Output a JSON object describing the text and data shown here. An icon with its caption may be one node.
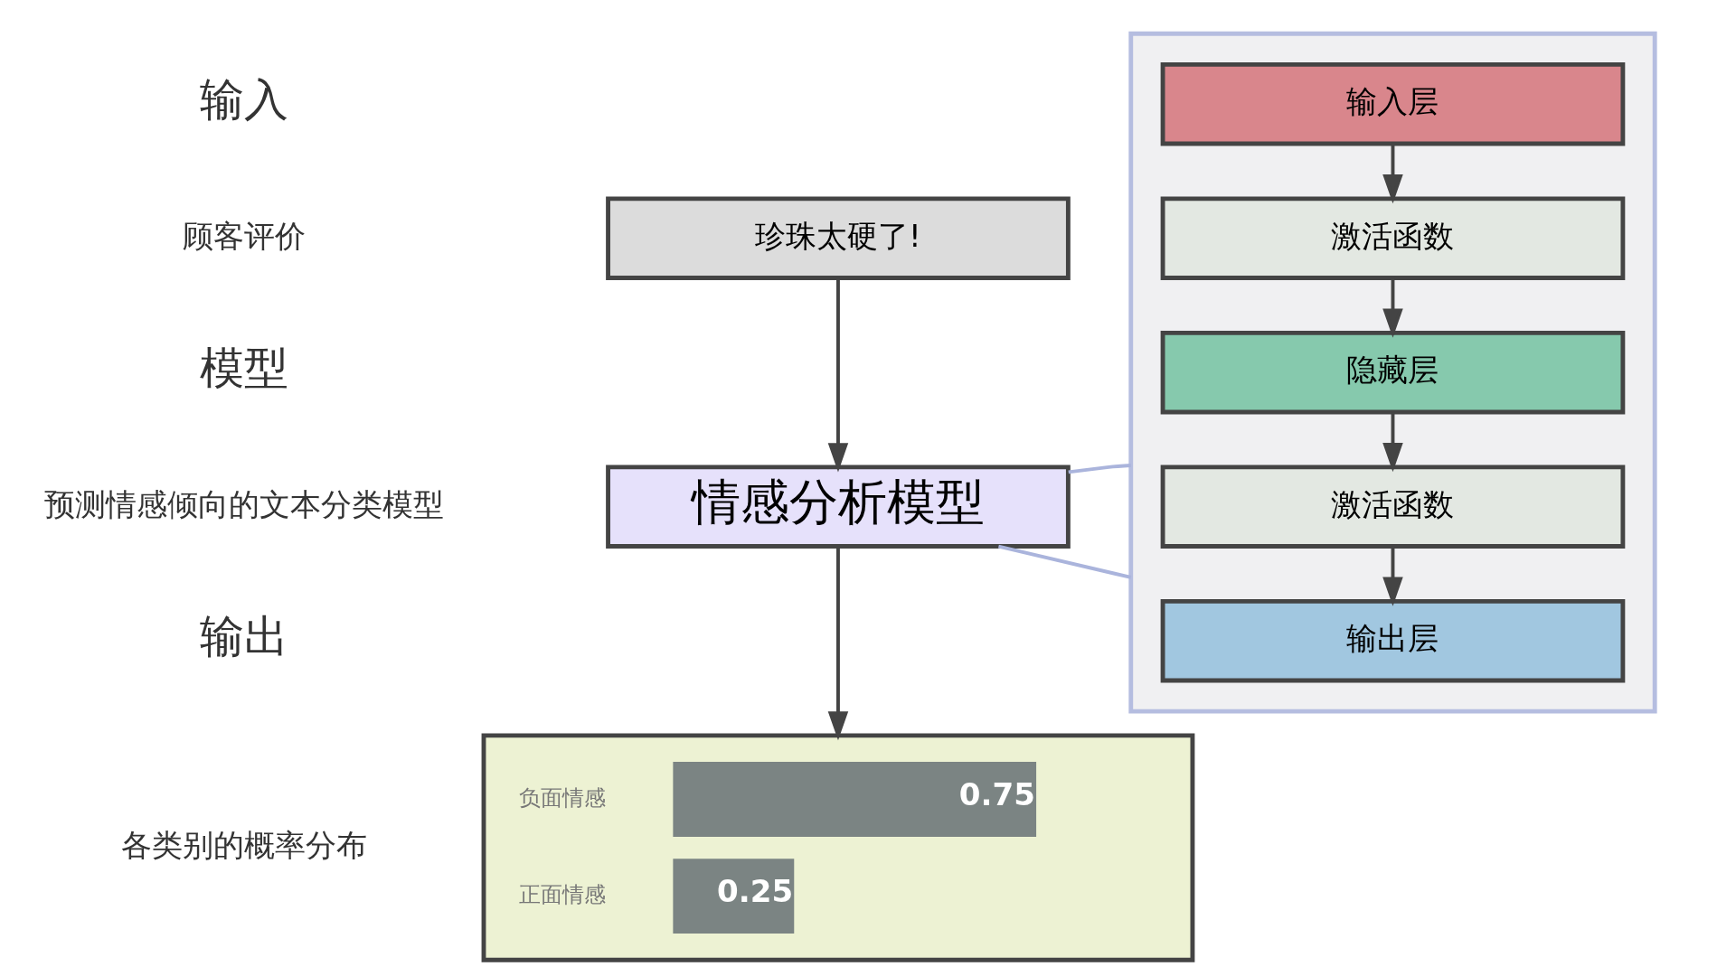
{
  "diagram": {
    "nodes": [
      {
        "text": [
          "珍珠太硬了!"
        ]
      },
      {
        "text": [
          "情感分析模型"
        ]
      },
      {
        "text": [],
        "shape": "box"
      },
      {
        "text": [],
        "shape": "box"
      },
      {
        "text": [
          "输入层"
        ],
        "in": 3
      },
      {
        "text": [
          "激活函数"
        ],
        "in": 3
      },
      {
        "text": [
          "隐藏层"
        ],
        "in": 3
      },
      {
        "text": [
          "激活函数"
        ],
        "in": 3
      },
      {
        "text": [
          "输出层"
        ],
        "in": 3
      }
    ],
    "edges": [
      {
        "from": 0,
        "to": 1,
        "arrow": "to"
      },
      {
        "from": 1,
        "to": 2,
        "arrow": "to"
      },
      {
        "from": 4,
        "to": 5,
        "arrow": "to"
      },
      {
        "from": 5,
        "to": 6,
        "arrow": "to"
      },
      {
        "from": 6,
        "to": 7,
        "arrow": "to"
      },
      {
        "from": 7,
        "to": 8,
        "arrow": "to"
      },
      {
        "from": 1,
        "to": 3,
        "arrow": "none",
        "color": "#aab4dc"
      },
      {
        "from": 1,
        "to": 3,
        "arrow": "none",
        "color": "#aab4dc"
      }
    ],
    "labels": [
      "输入",
      "顾客评价",
      "模型",
      "预测情感倾向的文本分类模型",
      "输出",
      "各类别的概率分布"
    ],
    "chart_data": {
      "type": "bar",
      "orientation": "horizontal",
      "categories": [
        "负面情感",
        "正面情感"
      ],
      "series": [
        {
          "color": "#7b8483",
          "values": [
            0.75,
            0.25
          ]
        }
      ],
      "data_labels": true
    }
  }
}
